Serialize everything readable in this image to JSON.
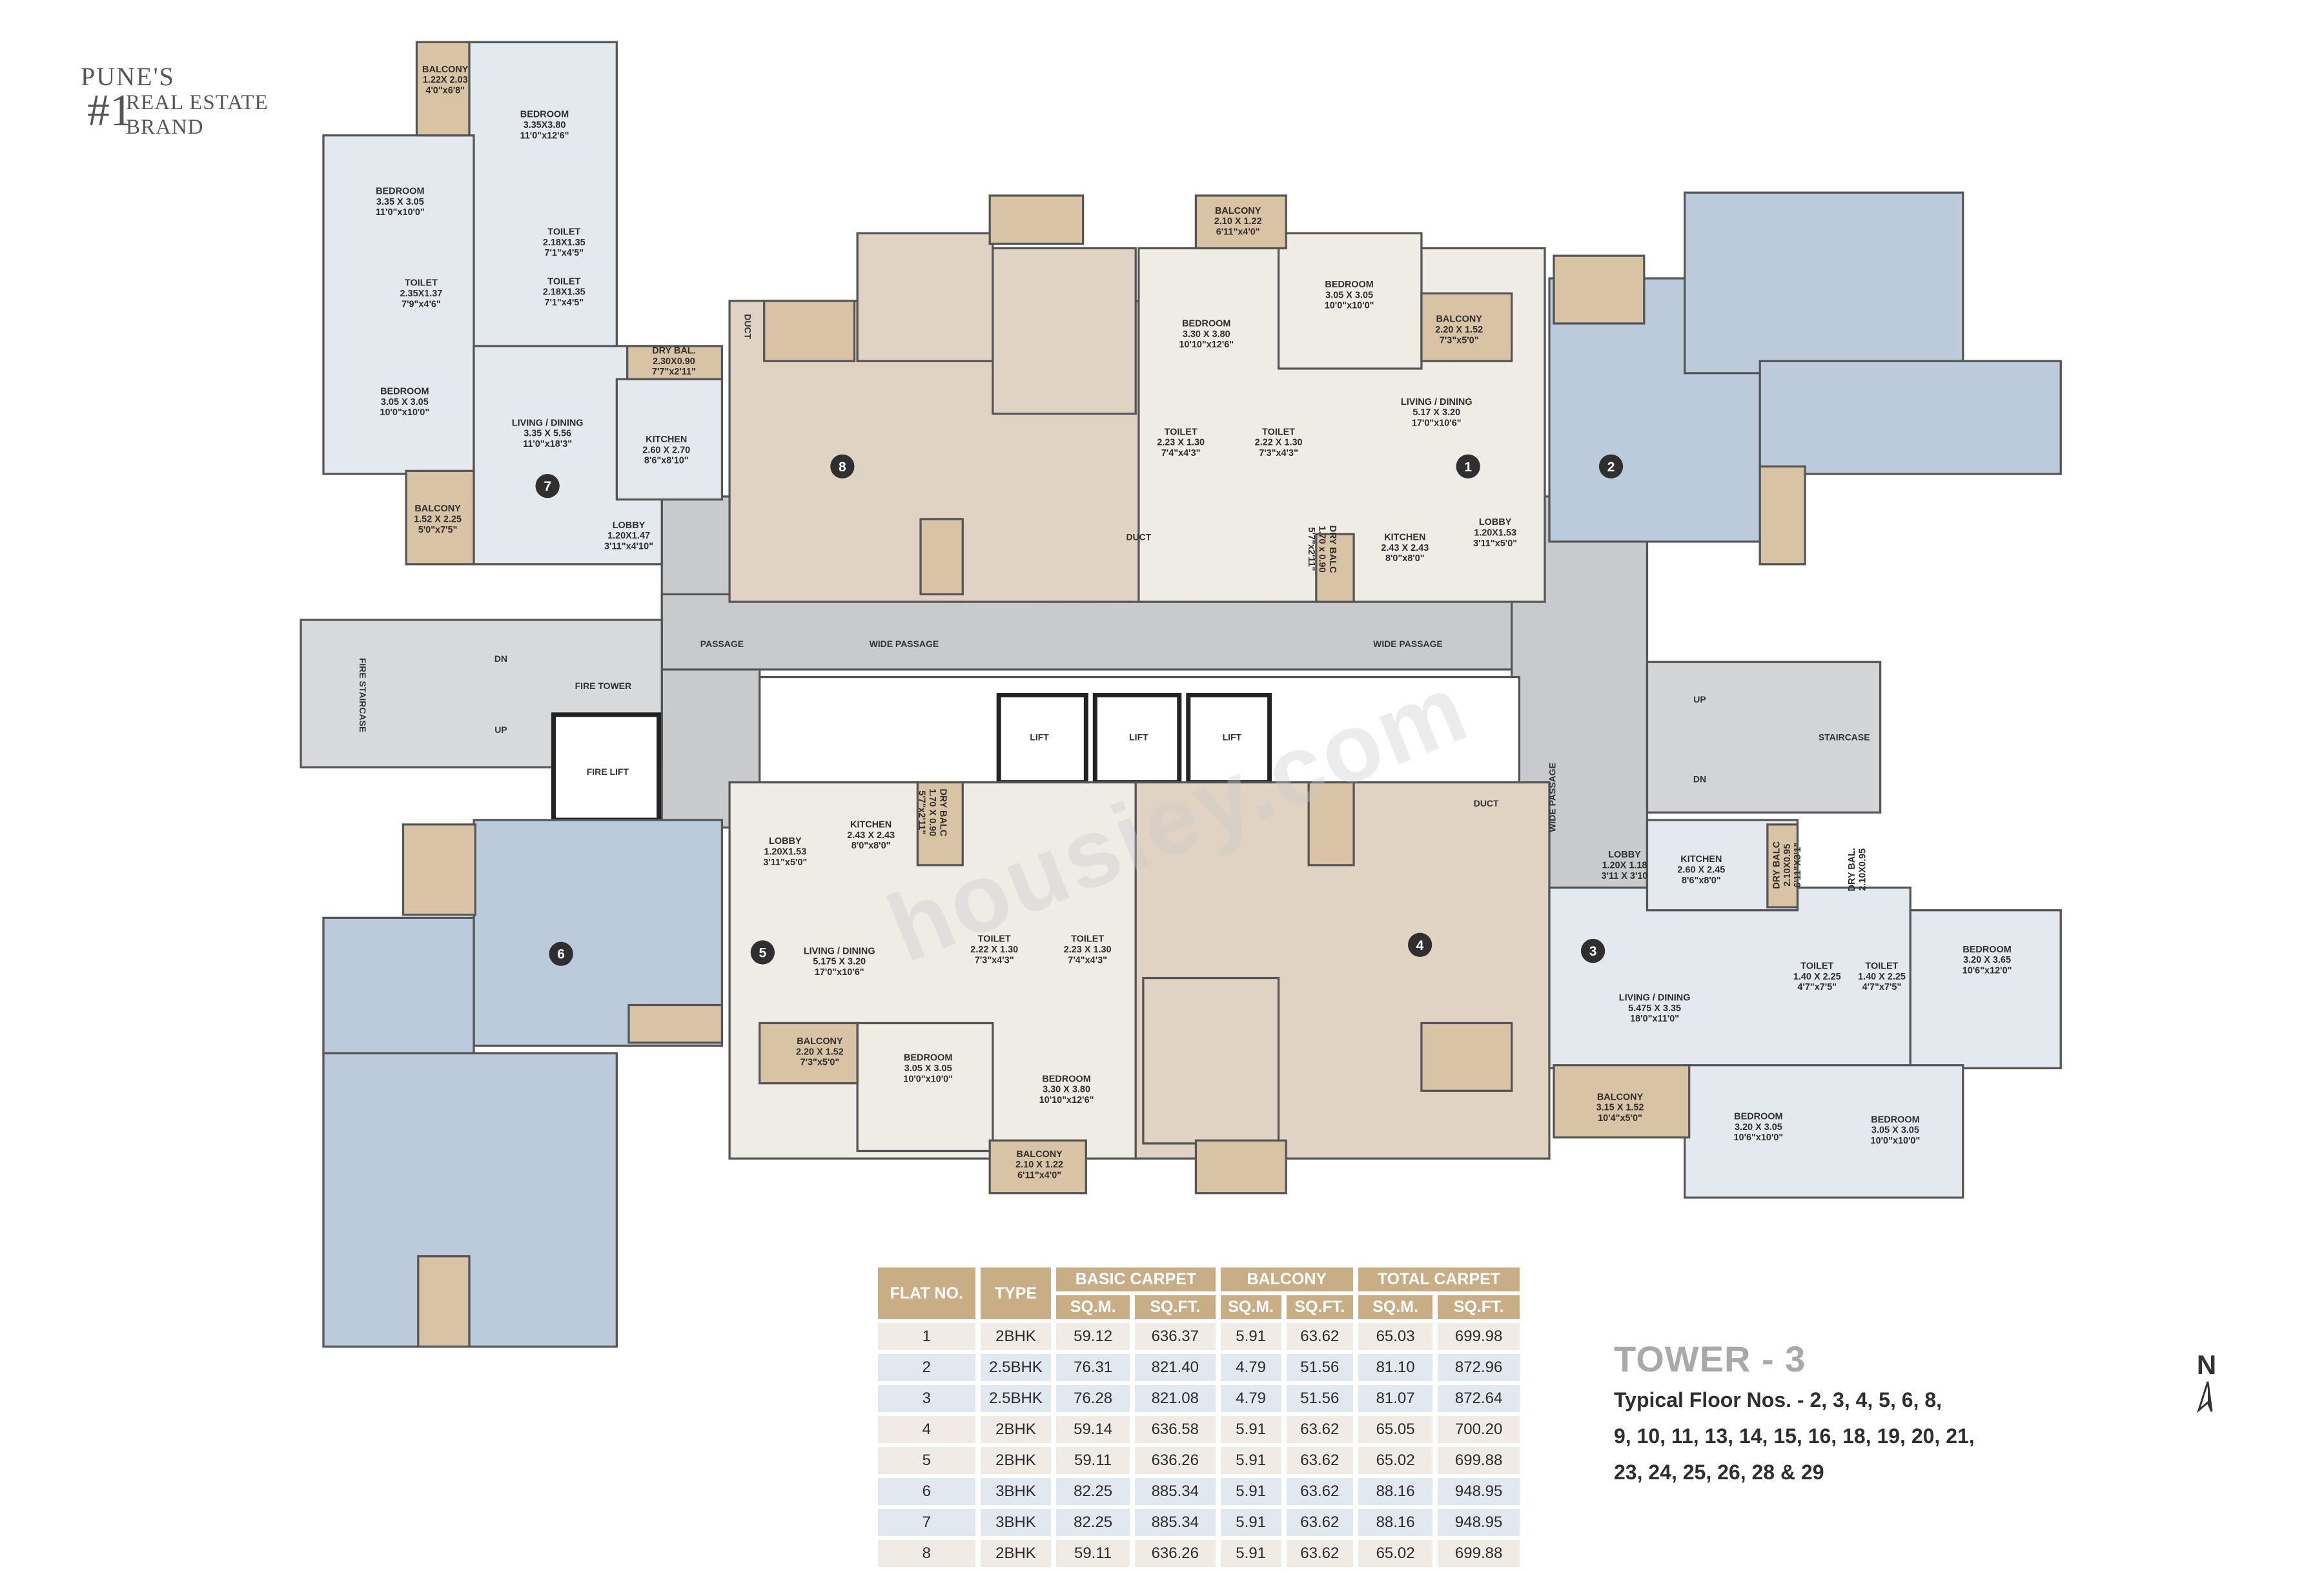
{
  "brand": {
    "line1": "PUNE'S",
    "mark": "#1",
    "line2": "REAL ESTATE",
    "line3": "BRAND"
  },
  "watermark": "housiey.com",
  "colors": {
    "flat_light_blue": "#e3e9ef",
    "flat_blue": "#bccbdb",
    "flat_beige": "#e0d3c4",
    "flat_cream": "#efebe5",
    "balcony_tan": "#d9c3a5",
    "passage_gray": "#c9cacc",
    "table_header": "#c8ad85"
  },
  "plan": {
    "flats": [
      {
        "number": "7",
        "rooms": [
          {
            "name": "BALCONY",
            "metric": "1.22X 2.03",
            "imperial": "4'0\"x6'8\""
          },
          {
            "name": "BEDROOM",
            "metric": "3.35X3.80",
            "imperial": "11'0\"x12'6\""
          },
          {
            "name": "BEDROOM",
            "metric": "3.35 X 3.05",
            "imperial": "11'0\"x10'0\""
          },
          {
            "name": "TOILET",
            "metric": "2.18X1.35",
            "imperial": "7'1\"x4'5\""
          },
          {
            "name": "TOILET",
            "metric": "2.18X1.35",
            "imperial": "7'1\"x4'5\""
          },
          {
            "name": "TOILET",
            "metric": "2.35X1.37",
            "imperial": "7'9\"x4'6\""
          },
          {
            "name": "BEDROOM",
            "metric": "3.05 X 3.05",
            "imperial": "10'0\"x10'0\""
          },
          {
            "name": "LIVING / DINING",
            "metric": "3.35 X 5.56",
            "imperial": "11'0\"x18'3\""
          },
          {
            "name": "KITCHEN",
            "metric": "2.60 X 2.70",
            "imperial": "8'6\"x8'10\""
          },
          {
            "name": "DRY BAL.",
            "metric": "2.30X0.90",
            "imperial": "7'7\"x2'11\""
          },
          {
            "name": "BALCONY",
            "metric": "1.52 X 2.25",
            "imperial": "5'0\"x7'5\""
          },
          {
            "name": "LOBBY",
            "metric": "1.20X1.47",
            "imperial": "3'11\"x4'10\""
          }
        ]
      },
      {
        "number": "8",
        "rooms": []
      },
      {
        "number": "1",
        "rooms": [
          {
            "name": "BALCONY",
            "metric": "2.10 X 1.22",
            "imperial": "6'11\"x4'0\""
          },
          {
            "name": "BEDROOM",
            "metric": "3.05 X 3.05",
            "imperial": "10'0\"x10'0\""
          },
          {
            "name": "BEDROOM",
            "metric": "3.30 X 3.80",
            "imperial": "10'10\"x12'6\""
          },
          {
            "name": "BALCONY",
            "metric": "2.20 X 1.52",
            "imperial": "7'3\"x5'0\""
          },
          {
            "name": "LIVING / DINING",
            "metric": "5.17 X 3.20",
            "imperial": "17'0\"x10'6\""
          },
          {
            "name": "TOILET",
            "metric": "2.23 X 1.30",
            "imperial": "7'4\"x4'3\""
          },
          {
            "name": "TOILET",
            "metric": "2.22 X 1.30",
            "imperial": "7'3\"x4'3\""
          },
          {
            "name": "KITCHEN",
            "metric": "2.43 X 2.43",
            "imperial": "8'0\"x8'0\""
          },
          {
            "name": "LOBBY",
            "metric": "1.20X1.53",
            "imperial": "3'11\"x5'0\""
          },
          {
            "name": "DRY BALC",
            "metric": "1.70 x 0.90",
            "imperial": "5'7\"x2'11\""
          }
        ]
      },
      {
        "number": "2",
        "rooms": []
      },
      {
        "number": "5",
        "rooms": [
          {
            "name": "KITCHEN",
            "metric": "2.43 X 2.43",
            "imperial": "8'0\"x8'0\""
          },
          {
            "name": "LOBBY",
            "metric": "1.20X1.53",
            "imperial": "3'11\"x5'0\""
          },
          {
            "name": "DRY BALC",
            "metric": "1.70 X 0.90",
            "imperial": "5'7\"x2'11\""
          },
          {
            "name": "LIVING / DINING",
            "metric": "5.175 X 3.20",
            "imperial": "17'0\"x10'6\""
          },
          {
            "name": "TOILET",
            "metric": "2.22 X 1.30",
            "imperial": "7'3\"x4'3\""
          },
          {
            "name": "TOILET",
            "metric": "2.23 X 1.30",
            "imperial": "7'4\"x4'3\""
          },
          {
            "name": "BALCONY",
            "metric": "2.20 X 1.52",
            "imperial": "7'3\"x5'0\""
          },
          {
            "name": "BEDROOM",
            "metric": "3.05 X 3.05",
            "imperial": "10'0\"x10'0\""
          },
          {
            "name": "BEDROOM",
            "metric": "3.30 X 3.80",
            "imperial": "10'10\"x12'6\""
          },
          {
            "name": "BALCONY",
            "metric": "2.10 X 1.22",
            "imperial": "6'11\"x4'0\""
          }
        ]
      },
      {
        "number": "4",
        "rooms": []
      },
      {
        "number": "6",
        "rooms": []
      },
      {
        "number": "3",
        "rooms": [
          {
            "name": "LOBBY",
            "metric": "1.20X 1.18",
            "imperial": "3'11 X 3'10"
          },
          {
            "name": "KITCHEN",
            "metric": "2.60 X 2.45",
            "imperial": "8'6\"x8'0\""
          },
          {
            "name": "DRY BALC",
            "metric": "2.10X0.95",
            "imperial": "6'11\"X3'1\""
          },
          {
            "name": "DRY BAL.",
            "metric": "2.10X0.95",
            "imperial": ""
          },
          {
            "name": "TOILET",
            "metric": "1.40 X 2.25",
            "imperial": "4'7\"x7'5\""
          },
          {
            "name": "TOILET",
            "metric": "1.40 X 2.25",
            "imperial": "4'7\"x7'5\""
          },
          {
            "name": "BEDROOM",
            "metric": "3.20 X 3.65",
            "imperial": "10'6\"x12'0\""
          },
          {
            "name": "LIVING / DINING",
            "metric": "5.475 X 3.35",
            "imperial": "18'0\"x11'0\""
          },
          {
            "name": "BALCONY",
            "metric": "3.15 X 1.52",
            "imperial": "10'4\"x5'0\""
          },
          {
            "name": "BEDROOM",
            "metric": "3.20 X 3.05",
            "imperial": "10'6\"x10'0\""
          },
          {
            "name": "BEDROOM",
            "metric": "3.05 X 3.05",
            "imperial": "10'0\"x10'0\""
          }
        ]
      }
    ],
    "common_labels": [
      "DUCT",
      "DUCT",
      "DUCT",
      "PASSAGE",
      "WIDE PASSAGE",
      "WIDE PASSAGE",
      "WIDE PASSAGE",
      "FIRE STAIRCASE",
      "DN",
      "UP",
      "FIRE TOWER",
      "FIRE LIFT",
      "LIFT",
      "LIFT",
      "LIFT",
      "UP",
      "DN",
      "STAIRCASE"
    ]
  },
  "table": {
    "headers": {
      "flat_no": "FLAT NO.",
      "type": "TYPE",
      "basic_carpet": "BASIC CARPET",
      "balcony": "BALCONY",
      "total_carpet": "TOTAL CARPET",
      "sqm": "SQ.M.",
      "sqft": "SQ.FT."
    },
    "rows": [
      {
        "flat": "1",
        "type": "2BHK",
        "basic_sqm": "59.12",
        "basic_sqft": "636.37",
        "balc_sqm": "5.91",
        "balc_sqft": "63.62",
        "total_sqm": "65.03",
        "total_sqft": "699.98"
      },
      {
        "flat": "2",
        "type": "2.5BHK",
        "basic_sqm": "76.31",
        "basic_sqft": "821.40",
        "balc_sqm": "4.79",
        "balc_sqft": "51.56",
        "total_sqm": "81.10",
        "total_sqft": "872.96"
      },
      {
        "flat": "3",
        "type": "2.5BHK",
        "basic_sqm": "76.28",
        "basic_sqft": "821.08",
        "balc_sqm": "4.79",
        "balc_sqft": "51.56",
        "total_sqm": "81.07",
        "total_sqft": "872.64"
      },
      {
        "flat": "4",
        "type": "2BHK",
        "basic_sqm": "59.14",
        "basic_sqft": "636.58",
        "balc_sqm": "5.91",
        "balc_sqft": "63.62",
        "total_sqm": "65.05",
        "total_sqft": "700.20"
      },
      {
        "flat": "5",
        "type": "2BHK",
        "basic_sqm": "59.11",
        "basic_sqft": "636.26",
        "balc_sqm": "5.91",
        "balc_sqft": "63.62",
        "total_sqm": "65.02",
        "total_sqft": "699.88"
      },
      {
        "flat": "6",
        "type": "3BHK",
        "basic_sqm": "82.25",
        "basic_sqft": "885.34",
        "balc_sqm": "5.91",
        "balc_sqft": "63.62",
        "total_sqm": "88.16",
        "total_sqft": "948.95"
      },
      {
        "flat": "7",
        "type": "3BHK",
        "basic_sqm": "82.25",
        "basic_sqft": "885.34",
        "balc_sqm": "5.91",
        "balc_sqft": "63.62",
        "total_sqm": "88.16",
        "total_sqft": "948.95"
      },
      {
        "flat": "8",
        "type": "2BHK",
        "basic_sqm": "59.11",
        "basic_sqft": "636.26",
        "balc_sqm": "5.91",
        "balc_sqft": "63.62",
        "total_sqm": "65.02",
        "total_sqft": "699.88"
      }
    ]
  },
  "tower": {
    "title": "TOWER - 3",
    "floors_line1": "Typical Floor Nos. - 2, 3, 4, 5, 6, 8,",
    "floors_line2": "9, 10, 11, 13, 14, 15, 16, 18, 19, 20, 21,",
    "floors_line3": "23, 24, 25, 26, 28 & 29"
  },
  "north": {
    "label": "N",
    "icon": "north-arrow-icon"
  }
}
